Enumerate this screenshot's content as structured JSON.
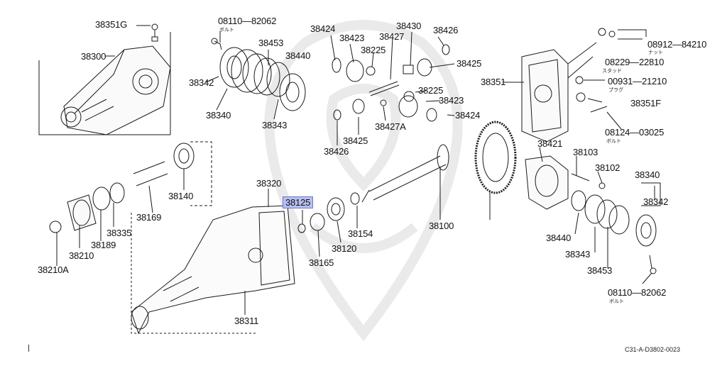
{
  "diagram": {
    "highlight_color": "#b8bff0",
    "line_color": "#1a1a1a",
    "watermark_color": "#e6e6e6",
    "highlighted_part": "38125",
    "labels": [
      {
        "id": "p38351G",
        "text": "38351G"
      },
      {
        "id": "p38300",
        "text": "38300"
      },
      {
        "id": "p08110_82062_top",
        "text": "08110—82062"
      },
      {
        "id": "p38453_top",
        "text": "38453"
      },
      {
        "id": "p38440_top",
        "text": "38440"
      },
      {
        "id": "p38342_top",
        "text": "38342"
      },
      {
        "id": "p38340_top",
        "text": "38340"
      },
      {
        "id": "p38343_top",
        "text": "38343"
      },
      {
        "id": "p38424_a",
        "text": "38424"
      },
      {
        "id": "p38423_a",
        "text": "38423"
      },
      {
        "id": "p38225_a",
        "text": "38225"
      },
      {
        "id": "p38427",
        "text": "38427"
      },
      {
        "id": "p38430",
        "text": "38430"
      },
      {
        "id": "p38426_a",
        "text": "38426"
      },
      {
        "id": "p38425_a",
        "text": "38425"
      },
      {
        "id": "p38225_b",
        "text": "38225"
      },
      {
        "id": "p38423_b",
        "text": "38423"
      },
      {
        "id": "p38424_b",
        "text": "38424"
      },
      {
        "id": "p38427A",
        "text": "38427A"
      },
      {
        "id": "p38425_b",
        "text": "38425"
      },
      {
        "id": "p38426_b",
        "text": "38426"
      },
      {
        "id": "p08912",
        "text": "08912—84210"
      },
      {
        "id": "p08229",
        "text": "08229—22810"
      },
      {
        "id": "p38351",
        "text": "38351"
      },
      {
        "id": "p00931",
        "text": "00931—21210"
      },
      {
        "id": "p38351F",
        "text": "38351F"
      },
      {
        "id": "p08124",
        "text": "08124—03025"
      },
      {
        "id": "p38421",
        "text": "38421"
      },
      {
        "id": "p38103",
        "text": "38103"
      },
      {
        "id": "p38102",
        "text": "38102"
      },
      {
        "id": "p38340_r",
        "text": "38340"
      },
      {
        "id": "p38342_r",
        "text": "38342"
      },
      {
        "id": "p38440_r",
        "text": "38440"
      },
      {
        "id": "p38343_r",
        "text": "38343"
      },
      {
        "id": "p38453_r",
        "text": "38453"
      },
      {
        "id": "p08110_82062_r",
        "text": "08110—82062"
      },
      {
        "id": "p38140",
        "text": "38140"
      },
      {
        "id": "p38169",
        "text": "38169"
      },
      {
        "id": "p38335",
        "text": "38335"
      },
      {
        "id": "p38189",
        "text": "38189"
      },
      {
        "id": "p38210",
        "text": "38210"
      },
      {
        "id": "p38210A",
        "text": "38210A"
      },
      {
        "id": "p38320",
        "text": "38320"
      },
      {
        "id": "p38125",
        "text": "38125"
      },
      {
        "id": "p38154",
        "text": "38154"
      },
      {
        "id": "p38120",
        "text": "38120"
      },
      {
        "id": "p38165",
        "text": "38165"
      },
      {
        "id": "p38100",
        "text": "38100"
      },
      {
        "id": "p38311",
        "text": "38311"
      }
    ],
    "sublabels": [
      {
        "id": "s_bolt_top",
        "text": "ボルト"
      },
      {
        "id": "s_nut",
        "text": "ナット"
      },
      {
        "id": "s_stud",
        "text": "スタッド"
      },
      {
        "id": "s_plug",
        "text": "プラグ"
      },
      {
        "id": "s_bolt_mid",
        "text": "ボルト"
      },
      {
        "id": "s_bolt_bot",
        "text": "ボルト"
      }
    ],
    "footer_code": "C31-A-D3802-0023"
  }
}
